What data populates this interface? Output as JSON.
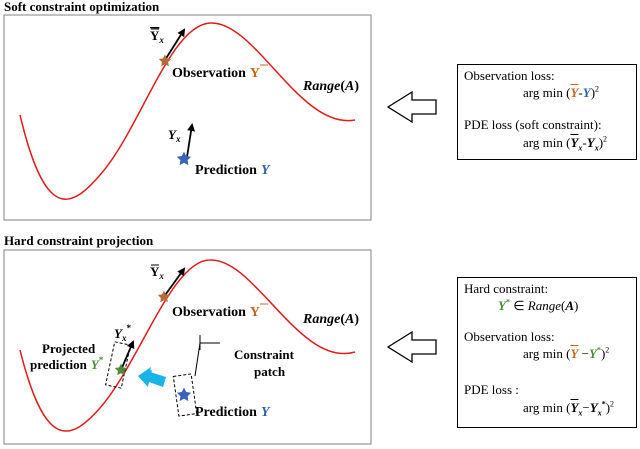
{
  "panel1": {
    "title": "Soft constraint optimization",
    "ybar_x": {
      "Y": "Y",
      "x": "x"
    },
    "observation_label": "Observation",
    "observation_symbol": "Y",
    "range_label": {
      "name": "Range",
      "open": "(",
      "arg": "A",
      "close": ")"
    },
    "y_x": {
      "Y": "Y",
      "x": "x"
    },
    "prediction_label": "Prediction",
    "prediction_symbol": "Y"
  },
  "panel2": {
    "title": "Hard constraint projection",
    "ybar_x": {
      "Y": "Y",
      "x": "x"
    },
    "observation_label": "Observation",
    "observation_symbol": "Y",
    "range_label": {
      "name": "Range",
      "open": "(",
      "arg": "A",
      "close": ")"
    },
    "y_x_star": {
      "Y": "Y",
      "x": "x",
      "star": "*"
    },
    "projected_line1": "Projected",
    "projected_line2": "prediction",
    "projected_symbol": "Y",
    "star": "*",
    "constraint_line1": "Constraint",
    "constraint_line2": "patch",
    "prediction_label": "Prediction",
    "prediction_symbol": "Y"
  },
  "box1": {
    "obs_heading": "Observation loss:",
    "argmin": "arg min",
    "open": "(",
    "ybar": "Y",
    "minus": "-",
    "y": "Y",
    "close": ")",
    "sq": "2",
    "pde_heading": "PDE loss (soft constraint):",
    "pde_ybar": "Y",
    "x": "x",
    "pde_y": "Y"
  },
  "box2": {
    "hard_heading": "Hard constraint:",
    "ystar": "Y",
    "star": "*",
    "in": "∈",
    "range": "Range",
    "open": "(",
    "A": "A",
    "close": ")",
    "obs_heading": "Observation loss:",
    "argmin": "arg min",
    "ybar": "Y",
    "minus": "−",
    "sq": "2",
    "pde_heading": "PDE loss :",
    "x": "x"
  },
  "colors": {
    "curve": "#e21b1b",
    "observation_star": "#b9683a",
    "prediction_star": "#3a62b8",
    "projected_star": "#4f8a3f",
    "projection_arrow": "#18b4e8",
    "orange_text": "#c8641e",
    "blue_text": "#2f5fae",
    "green_text": "#4a8a3a"
  }
}
